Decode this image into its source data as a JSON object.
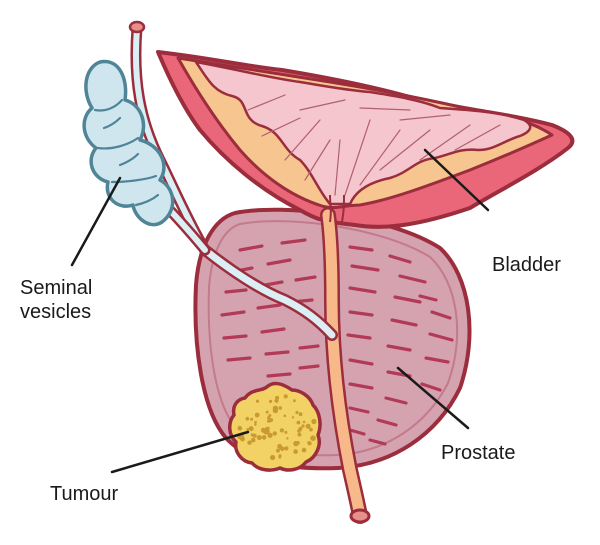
{
  "labels": {
    "seminal_line1": "Seminal",
    "seminal_line2": "vesicles",
    "bladder": "Bladder",
    "prostate": "Prostate",
    "tumour": "Tumour"
  },
  "colors": {
    "outline": "#9b2d3d",
    "bladder_wall": "#ea6679",
    "bladder_lining": "#f5c6cd",
    "bladder_band": "#f7c58f",
    "prostate_tissue": "#d5a3b0",
    "prostate_streak": "#b23a56",
    "urethra": "#f8b98a",
    "vesicle_fill": "#cfe6ee",
    "vesicle_outline": "#4f8597",
    "tumour_fill": "#f2d265",
    "tumour_dots": "#c99a2f",
    "leader": "#1a1a1a"
  }
}
